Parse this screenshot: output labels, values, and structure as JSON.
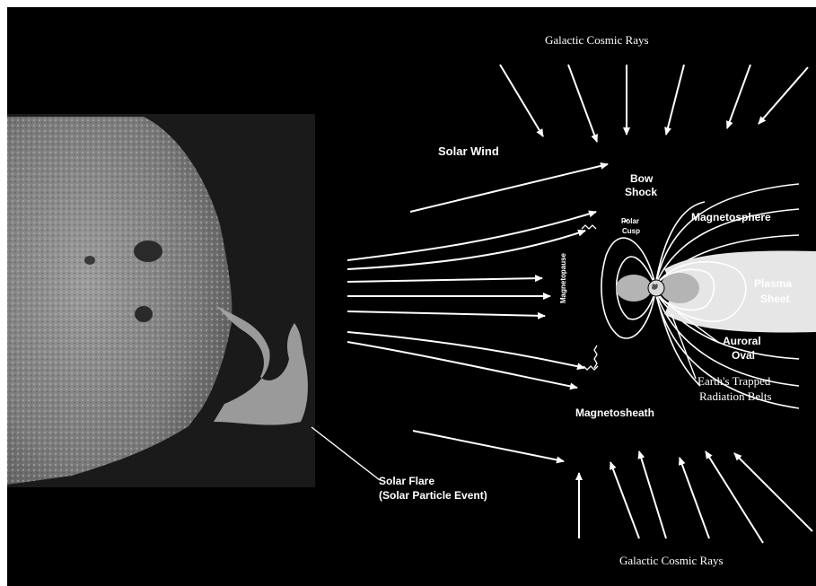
{
  "labels": {
    "cosmic_top": "Galactic Cosmic Rays",
    "cosmic_bottom": "Galactic Cosmic Rays",
    "solar_wind": "Solar Wind",
    "bow_shock_1": "Bow",
    "bow_shock_2": "Shock",
    "polar_cusp_1": "Polar",
    "polar_cusp_2": "Cusp",
    "magnetosphere": "Magnetosphere",
    "magnetopause": "Magnetopause",
    "plasma_1": "Plasma",
    "plasma_2": "Sheet",
    "auroral_1": "Auroral",
    "auroral_2": "Oval",
    "belts_1": "Earth's Trapped",
    "belts_2": "Radiation Belts",
    "magnetosheath": "Magnetosheath",
    "flare_1": "Solar Flare",
    "flare_2": "(Solar Particle Event)"
  },
  "colors": {
    "background": "#000000",
    "lines": "#ffffff",
    "sun": "#8a8a8a",
    "plasma_sheet": "#e6e6e6"
  }
}
